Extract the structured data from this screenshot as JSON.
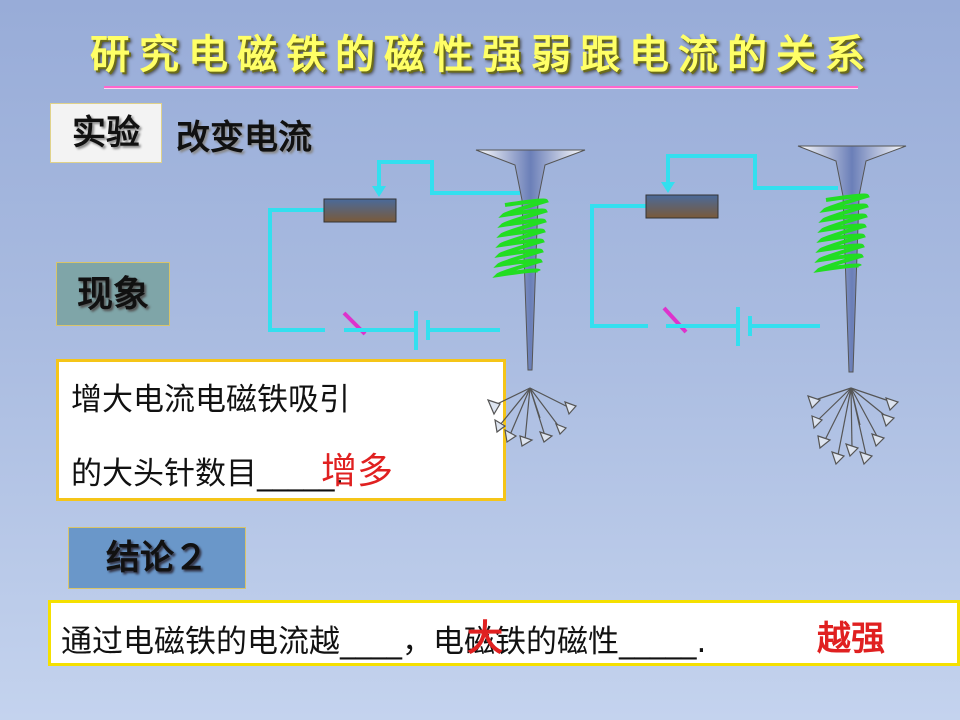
{
  "title": "研究电磁铁的磁性强弱跟电流的关系",
  "experiment": {
    "label": "实验",
    "text": "改变电流"
  },
  "phenomenon": {
    "label": "现象",
    "line1": "增大电流电磁铁吸引",
    "line2_prefix": "的大头针数目",
    "line2_blank": "_____.",
    "answer": "增多"
  },
  "conclusion": {
    "label": "结论２",
    "part1": "通过电磁铁的电流越",
    "blank1": "____",
    "answer1": "大",
    "part2": "，电磁铁的磁性",
    "blank2": "_____.",
    "answer2": "越强"
  },
  "colors": {
    "wire": "#33dfef",
    "coil": "#22dd22",
    "switch": "#dd33cc",
    "title": "#ffff66",
    "answer": "#e02020"
  }
}
